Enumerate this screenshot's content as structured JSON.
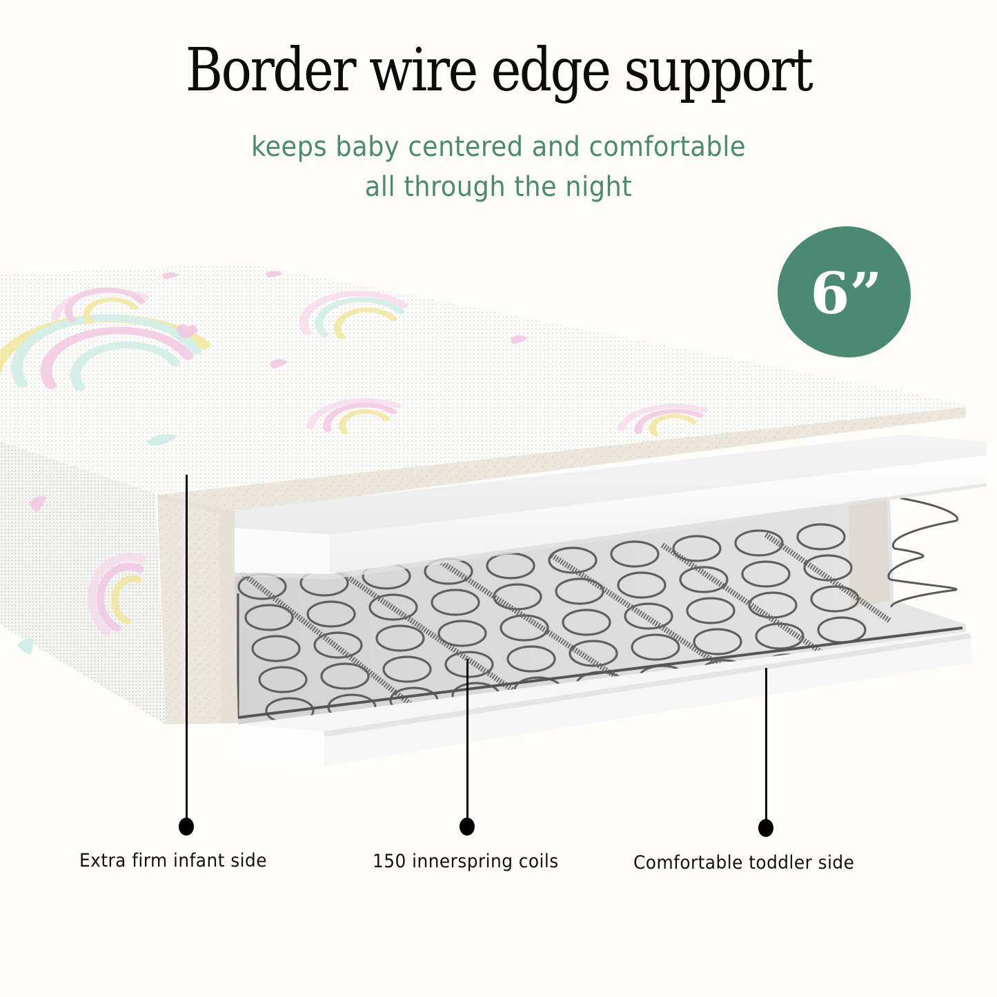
{
  "header": {
    "title": "Border wire edge support",
    "subtitle_line1": "keeps baby centered and comfortable",
    "subtitle_line2": "all through the night"
  },
  "badge": {
    "label": "6”",
    "color": "#4a8a74"
  },
  "colors": {
    "background": "#fdfcf8",
    "accent": "#4a8a74",
    "title": "#0c0c0c",
    "fabric": "#f7f7f5",
    "fiber_layer": "#e9e4dc",
    "foam": "#f5f5f5",
    "coil": "#5f5f5f"
  },
  "product_image": {
    "description": "Cutaway mattress showing rainbow-print cover, fiber layer, foam top, innerspring coils and base",
    "print_motifs": [
      "rainbow",
      "heart",
      "half-circle"
    ]
  },
  "callouts": [
    {
      "label": "Extra firm infant side"
    },
    {
      "label": "150 innerspring coils"
    },
    {
      "label": "Comfortable toddler side"
    }
  ]
}
